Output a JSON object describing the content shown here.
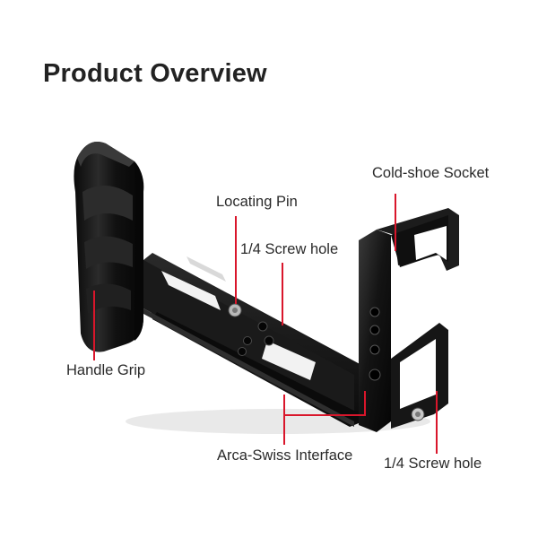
{
  "page": {
    "title": "Product Overview"
  },
  "product": {
    "image_name": "camera-l-bracket"
  },
  "callouts": {
    "cold_shoe": "Cold-shoe Socket",
    "locating_pin": "Locating Pin",
    "screw_hole_top": "1/4 Screw hole",
    "handle_grip": "Handle Grip",
    "arca_swiss": "Arca-Swiss Interface",
    "screw_hole_bottom": "1/4 Screw hole"
  },
  "colors": {
    "leader": "#d9162b",
    "metal": "#151515",
    "text": "#222222"
  }
}
